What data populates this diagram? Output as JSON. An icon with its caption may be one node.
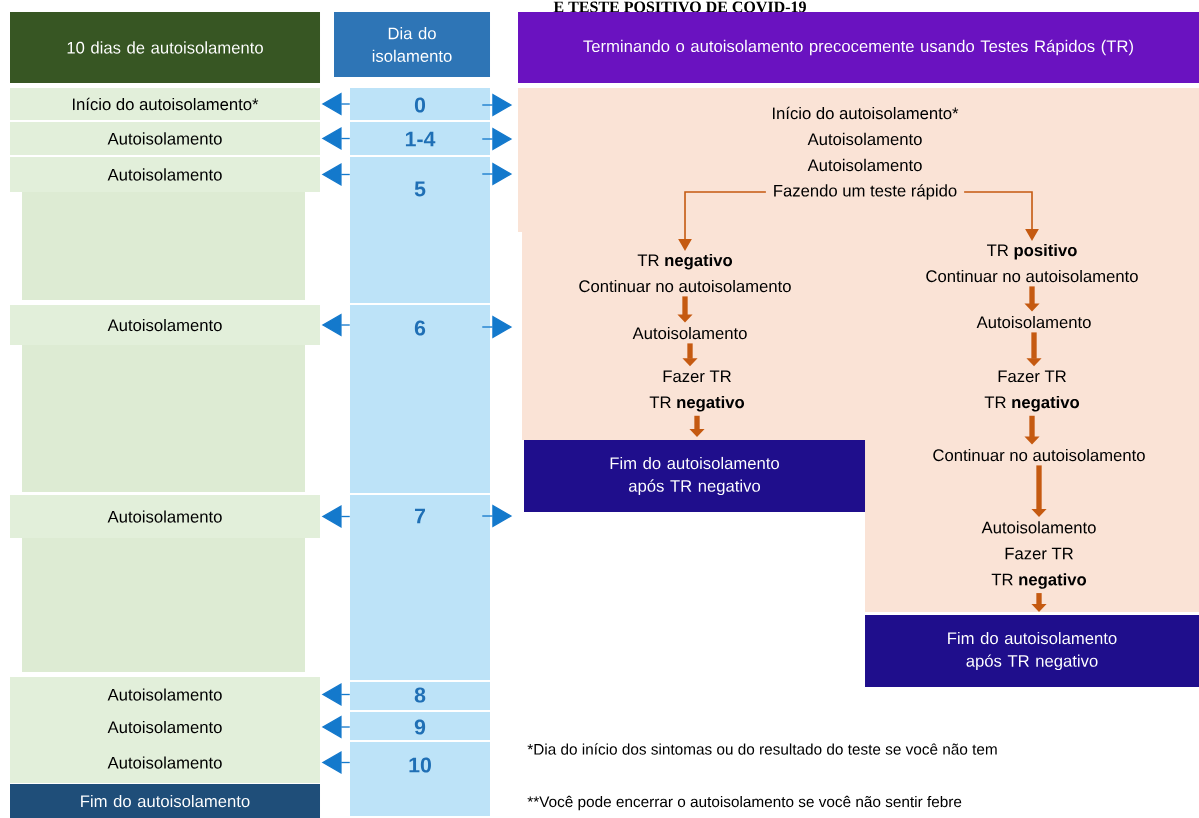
{
  "diagram": {
    "title": "E TESTE POSITIVO DE COVID-19",
    "nodes": [
      {
        "text": [
          "10 dias de autoisolamento"
        ]
      },
      {
        "text": [
          "Dia do isolamento"
        ]
      },
      {
        "text": [
          "Terminando o autoisolamento precocemente usando Testes Rápidos (TR)"
        ]
      },
      {
        "text": [
          "Início do autoisolamento*"
        ]
      },
      {
        "text": [
          "Autoisolamento"
        ]
      },
      {
        "text": [
          "Autoisolamento"
        ]
      },
      {
        "text": [
          "Autoisolamento"
        ]
      },
      {
        "text": [
          "Autoisolamento"
        ]
      },
      {
        "text": [
          "Autoisolamento"
        ]
      },
      {
        "text": [
          "Autoisolamento"
        ]
      },
      {
        "text": [
          "Autoisolamento"
        ]
      },
      {
        "text": [
          "Fim do autoisolamento"
        ]
      },
      {
        "text": [
          "0"
        ]
      },
      {
        "text": [
          "1-4"
        ]
      },
      {
        "text": [
          "5"
        ]
      },
      {
        "text": [
          "6"
        ]
      },
      {
        "text": [
          "7"
        ]
      },
      {
        "text": [
          "8"
        ]
      },
      {
        "text": [
          "9"
        ]
      },
      {
        "text": [
          "10"
        ]
      },
      {
        "text": [
          "Início do autoisolamento*"
        ]
      },
      {
        "text": [
          "Autoisolamento"
        ]
      },
      {
        "text": [
          "Autoisolamento"
        ]
      },
      {
        "text": [
          "Fazendo um teste rápido"
        ]
      },
      {
        "text": [
          "TR **negativo**",
          "Continuar no autoisolamento"
        ]
      },
      {
        "text": [
          "Autoisolamento"
        ]
      },
      {
        "text": [
          "Fazer TR",
          "TR **negativo**"
        ]
      },
      {
        "text": [
          "Fim do autoisolamento após TR negativo"
        ]
      },
      {
        "text": [
          "TR **positivo**",
          "Continuar no autoisolamento"
        ]
      },
      {
        "text": [
          "Autoisolamento"
        ]
      },
      {
        "text": [
          "Fazer TR",
          "TR **negativo**"
        ]
      },
      {
        "text": [
          "Continuar no autoisolamento"
        ]
      },
      {
        "text": [
          "Autoisolamento",
          "Fazer TR",
          "TR **negativo**"
        ]
      },
      {
        "text": [
          "Fim do autoisolamento após TR negativo"
        ]
      }
    ],
    "edges": [
      {
        "from": 12,
        "to": 3,
        "arrow": "to"
      },
      {
        "from": 13,
        "to": 4,
        "arrow": "to"
      },
      {
        "from": 14,
        "to": 5,
        "arrow": "to"
      },
      {
        "from": 15,
        "to": 6,
        "arrow": "to"
      },
      {
        "from": 16,
        "to": 7,
        "arrow": "to"
      },
      {
        "from": 17,
        "to": 8,
        "arrow": "to"
      },
      {
        "from": 18,
        "to": 9,
        "arrow": "to"
      },
      {
        "from": 19,
        "to": 10,
        "arrow": "to"
      },
      {
        "from": 12,
        "to": null,
        "arrow": "to"
      },
      {
        "from": 13,
        "to": null,
        "arrow": "to"
      },
      {
        "from": 14,
        "to": null,
        "arrow": "to"
      },
      {
        "from": 15,
        "to": null,
        "arrow": "to"
      },
      {
        "from": 16,
        "to": null,
        "arrow": "to"
      },
      {
        "from": 23,
        "to": 24,
        "arrow": "to",
        "color": "#c55a11"
      },
      {
        "from": 23,
        "to": 28,
        "arrow": "to",
        "color": "#c55a11"
      },
      {
        "from": 24,
        "to": 25,
        "arrow": "to",
        "style": "thick",
        "color": "#c55a11"
      },
      {
        "from": 25,
        "to": 26,
        "arrow": "to",
        "style": "thick",
        "color": "#c55a11"
      },
      {
        "from": 26,
        "to": 27,
        "arrow": "to",
        "style": "thick",
        "color": "#c55a11"
      },
      {
        "from": 28,
        "to": 29,
        "arrow": "to",
        "style": "thick",
        "color": "#c55a11"
      },
      {
        "from": 29,
        "to": 30,
        "arrow": "to",
        "style": "thick",
        "color": "#c55a11"
      },
      {
        "from": 30,
        "to": 31,
        "arrow": "to",
        "style": "thick",
        "color": "#c55a11"
      },
      {
        "from": 31,
        "to": 32,
        "arrow": "to",
        "style": "thick",
        "color": "#c55a11"
      },
      {
        "from": 32,
        "to": 33,
        "arrow": "to",
        "style": "thick",
        "color": "#c55a11"
      }
    ],
    "labels": [
      "*Dia do início dos sintomas ou do resultado do teste se você não tem",
      "**Você pode encerrar o autoisolamento se você não sentir febre"
    ]
  }
}
